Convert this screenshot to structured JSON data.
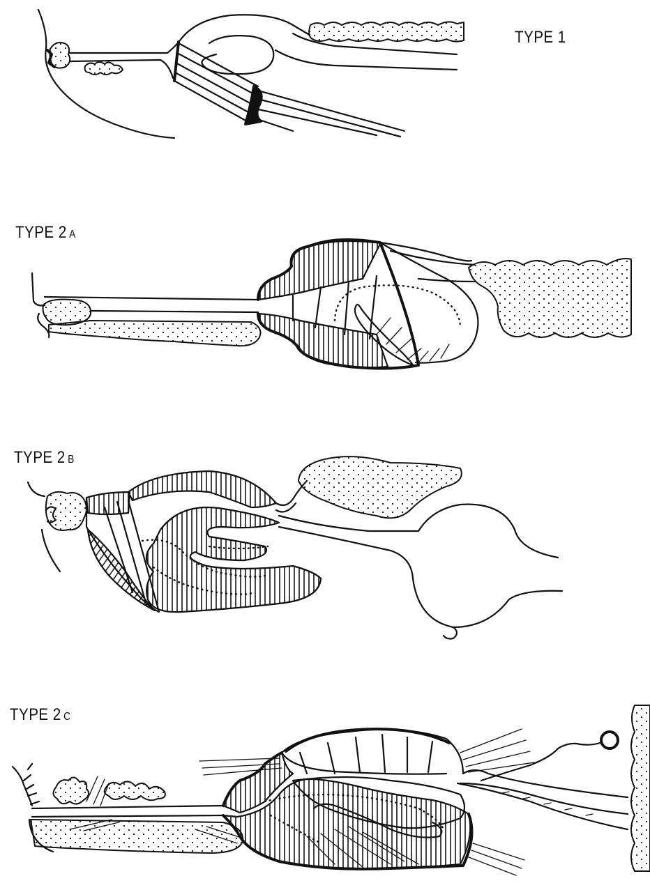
{
  "panels": [
    {
      "id": "type-1",
      "label": "TYPE 1",
      "suffix": ""
    },
    {
      "id": "type-2a",
      "label": "TYPE 2",
      "suffix": "A"
    },
    {
      "id": "type-2b",
      "label": "TYPE 2",
      "suffix": "B"
    },
    {
      "id": "type-2c",
      "label": "TYPE 2",
      "suffix": "C"
    }
  ],
  "style": {
    "ink": "#111111",
    "paper": "#ffffff"
  }
}
